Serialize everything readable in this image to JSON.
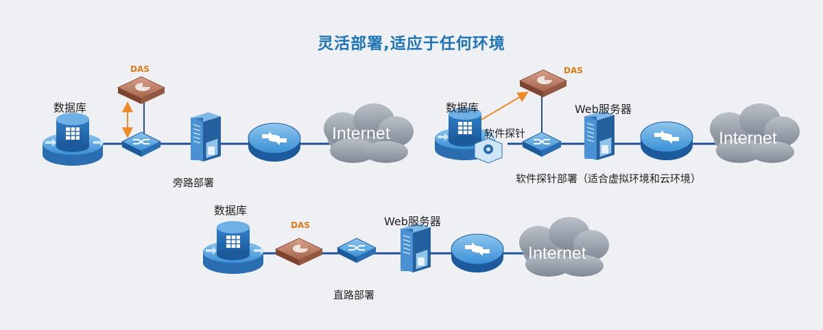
{
  "title": "灵活部署,适应于任何环境",
  "diagrams": {
    "bypass": {
      "database_label": "数据库",
      "das_label": "DAS",
      "internet_label": "Internet",
      "caption": "旁路部署"
    },
    "probe": {
      "database_label": "数据库",
      "probe_label": "软件探针",
      "das_label": "DAS",
      "web_label": "Web服务器",
      "internet_label": "Internet",
      "caption": "软件探针部署（适合虚拟环境和云环境）"
    },
    "inline": {
      "database_label": "数据库",
      "das_label": "DAS",
      "web_label": "Web服务器",
      "internet_label": "Internet",
      "caption": "直路部署"
    }
  },
  "colors": {
    "title": "#1d73b8",
    "link": "#1f4f9a",
    "das_arrow": "#ef8a2a",
    "device_blue": "#2f82c8",
    "das_brown": "#a4644a",
    "cloud": "#9aa3ad"
  },
  "icons": [
    "database-icon",
    "das-appliance-icon",
    "switch-icon",
    "web-server-icon",
    "router-icon",
    "cloud-icon",
    "software-probe-icon"
  ]
}
